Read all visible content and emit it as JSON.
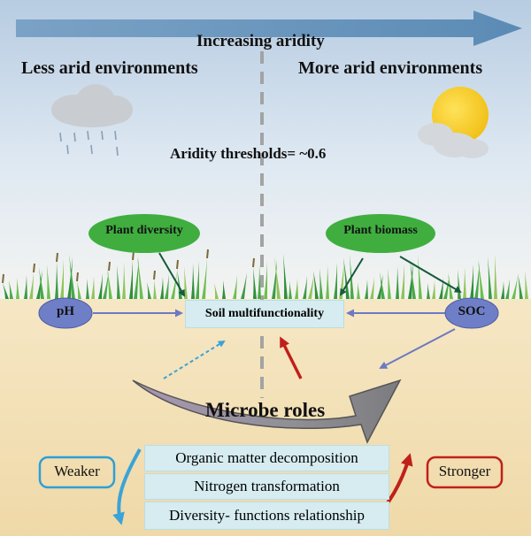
{
  "header": {
    "arrow_label": "Increasing aridity",
    "left_label": "Less arid environments",
    "right_label": "More arid environments",
    "threshold_label": "Aridity thresholds= ~0.6"
  },
  "nodes": {
    "plant_diversity": "Plant diversity",
    "plant_biomass": "Plant biomass",
    "ph": "pH",
    "soc": "SOC",
    "soil_multifunctionality": "Soil multifunctionality",
    "microbe_roles": "Microbe roles"
  },
  "processes": [
    "Organic matter decomposition",
    "Nitrogen transformation",
    "Diversity- functions relationship"
  ],
  "trend": {
    "weaker": "Weaker",
    "stronger": "Stronger"
  },
  "colors": {
    "sky_top": "#b9cde2",
    "soil": "#f3dfb6",
    "ellipse_green": "#3fae3f",
    "ellipse_blue": "#6f7fc7",
    "aridity_arrow": "#6f99c1",
    "weaker_blue": "#3aa3d8",
    "stronger_red": "#c0201a"
  }
}
